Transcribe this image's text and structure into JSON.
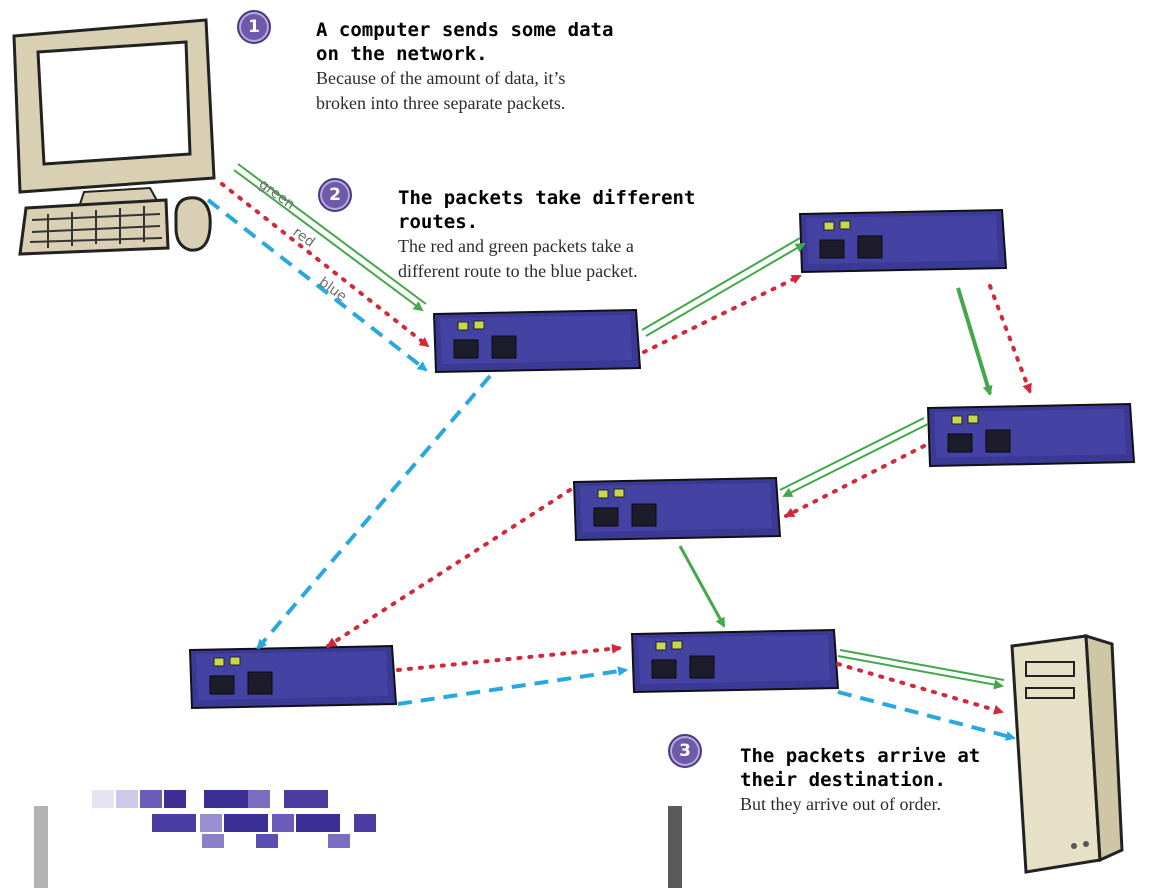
{
  "colors": {
    "green": "#43a84a",
    "red": "#d3283a",
    "blue": "#2aa7df",
    "router": "#3b3996",
    "badge": "#6e5aa8"
  },
  "steps": [
    {
      "number": "1",
      "heading_line1": "A computer sends some data",
      "heading_line2": "on the network.",
      "body_line1": "Because of the amount of data, it’s",
      "body_line2": "broken into three separate packets."
    },
    {
      "number": "2",
      "heading_line1": "The packets take different",
      "heading_line2": "routes.",
      "body_line1": "The red and green packets take a",
      "body_line2": "different route to the blue packet."
    },
    {
      "number": "3",
      "heading_line1": "The packets arrive at",
      "heading_line2": "their destination.",
      "body_line1": "But they arrive out of order."
    }
  ],
  "packet_labels": {
    "green": "green",
    "red": "red",
    "blue": "blue"
  },
  "icons": {
    "source": "desktop-computer-icon",
    "destination": "server-tower-icon",
    "router": "network-router-icon"
  }
}
